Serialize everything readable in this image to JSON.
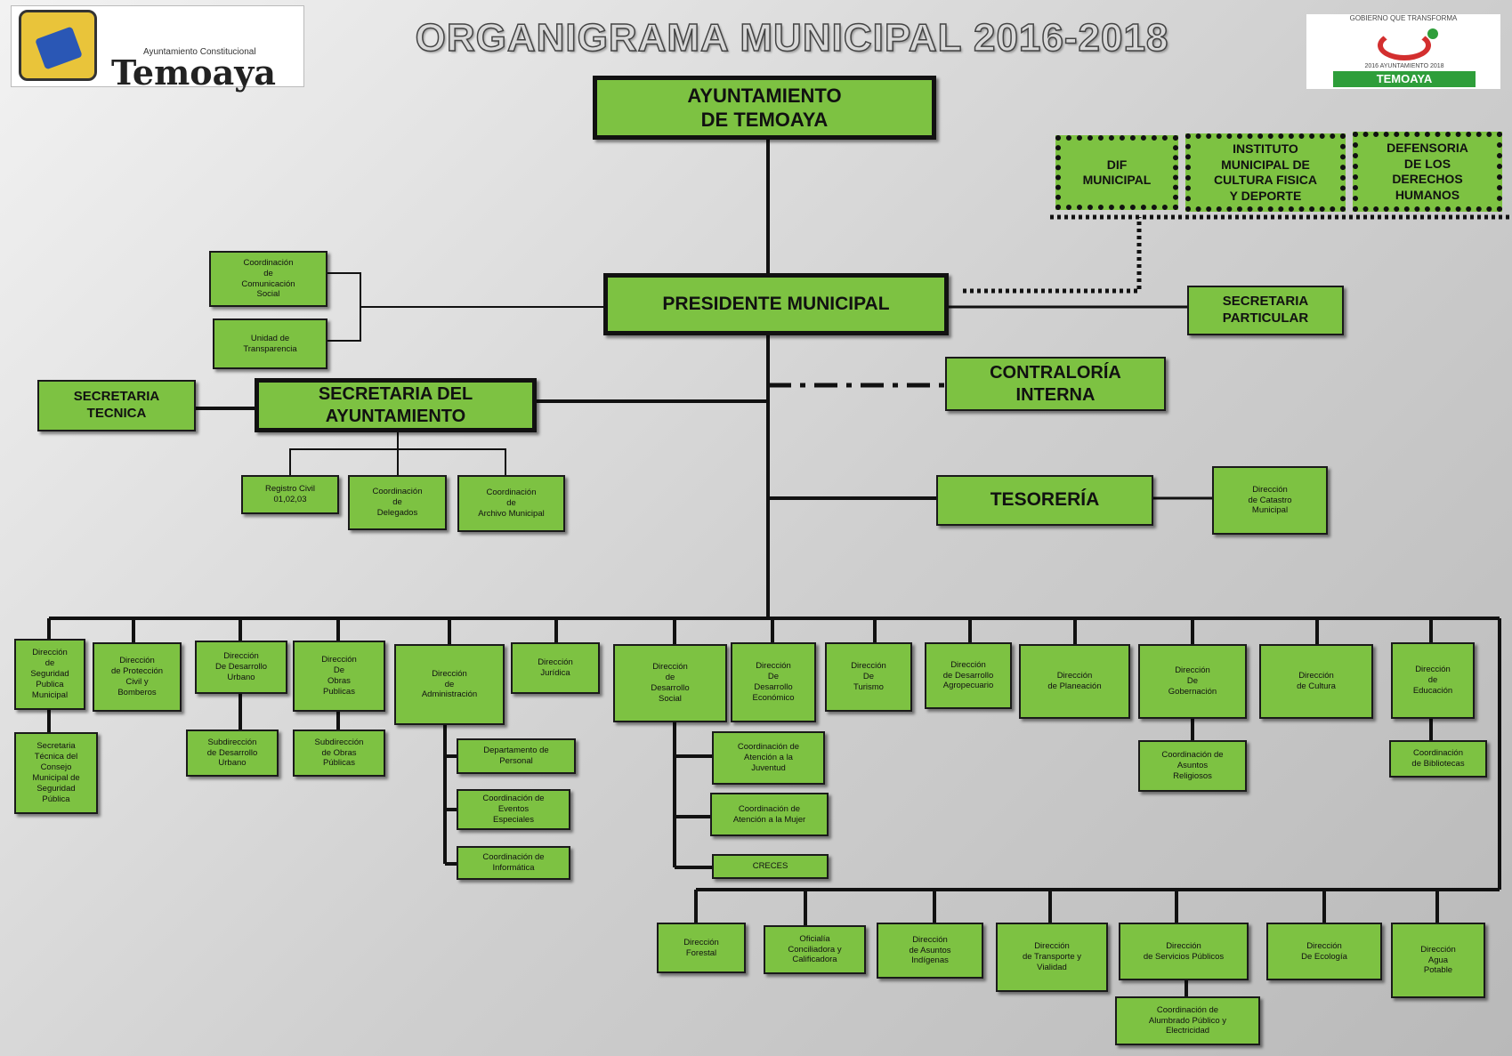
{
  "title": "ORGANIGRAMA MUNICIPAL 2016-2018",
  "logo_left": {
    "subtitle": "Ayuntamiento Constitucional",
    "name": "Temoaya"
  },
  "logo_right": {
    "top": "GOBIERNO QUE TRANSFORMA",
    "mid": "2016 AYUNTAMIENTO 2018",
    "bottom": "TEMOAYA"
  },
  "colors": {
    "box": "#7dc242",
    "line": "#111111"
  },
  "nodes": {
    "ayuntamiento": "AYUNTAMIENTO\nDE TEMOAYA",
    "dif": "DIF\nMUNICIPAL",
    "instituto": "INSTITUTO\nMUNICIPAL DE\nCULTURA FISICA\nY DEPORTE",
    "defensoria": "DEFENSORIA\nDE LOS\nDERECHOS\nHUMANOS",
    "presidente": "PRESIDENTE MUNICIPAL",
    "comunicacion": "Coordinación\nde\nComunicación\nSocial",
    "transparencia": "Unidad de\nTransparencia",
    "sec_particular": "SECRETARIA\nPARTICULAR",
    "contraloria": "CONTRALORÍA\nINTERNA",
    "sec_tecnica": "SECRETARIA\nTECNICA",
    "sec_ayuntamiento": "SECRETARIA DEL\nAYUNTAMIENTO",
    "registro_civil": "Registro Civil\n01,02,03",
    "delegados": "Coordinación\nde\nDelegados",
    "archivo": "Coordinación\nde\nArchivo Municipal",
    "tesoreria": "TESORERÍA",
    "catastro": "Dirección\nde Catastro\nMunicipal",
    "seguridad": "Dirección\nde\nSeguridad\nPublica\nMunicipal",
    "proteccion": "Dirección\nde Protección\nCivil y\nBomberos",
    "des_urbano": "Dirección\nDe Desarrollo\nUrbano",
    "obras": "Dirección\nDe\nObras\nPublicas",
    "administracion": "Dirección\nde\nAdministración",
    "juridica": "Dirección\nJurídica",
    "des_social": "Dirección\nde\nDesarrollo\nSocial",
    "des_economico": "Dirección\nDe\nDesarrollo\nEconómico",
    "turismo": "Dirección\nDe\nTurismo",
    "agropecuario": "Dirección\nde Desarrollo\nAgropecuario",
    "planeacion": "Dirección\nde Planeación",
    "gobernacion": "Dirección\nDe\nGobernación",
    "cultura": "Dirección\nde Cultura",
    "educacion": "Dirección\nde\nEducación",
    "sec_tec_consejo": "Secretaria\nTécnica del\nConsejo\nMunicipal de\nSeguridad\nPública",
    "sub_urbano": "Subdirección\nde Desarrollo\nUrbano",
    "sub_obras": "Subdirección\nde Obras\nPúblicas",
    "personal": "Departamento de\nPersonal",
    "eventos": "Coordinación de\nEventos\nEspeciales",
    "informatica": "Coordinación de\nInformática",
    "juventud": "Coordinación de\nAtención a la\nJuventud",
    "mujer": "Coordinación de\nAtención a la Mujer",
    "creces": "CRECES",
    "asuntos_religiosos": "Coordinación de\nAsuntos\nReligiosos",
    "bibliotecas": "Coordinación\nde Bibliotecas",
    "forestal": "Dirección\nForestal",
    "oficialia": "Oficialía\nConciliadora y\nCalificadora",
    "indigenas": "Dirección\nde Asuntos\nIndígenas",
    "transporte": "Dirección\nde Transporte y\nVialidad",
    "servicios": "Dirección\nde Servicios Públicos",
    "ecologia": "Dirección\nDe Ecología",
    "agua": "Dirección\nAgua\nPotable",
    "alumbrado": "Coordinación de\nAlumbrado Público y\nElectricidad"
  }
}
